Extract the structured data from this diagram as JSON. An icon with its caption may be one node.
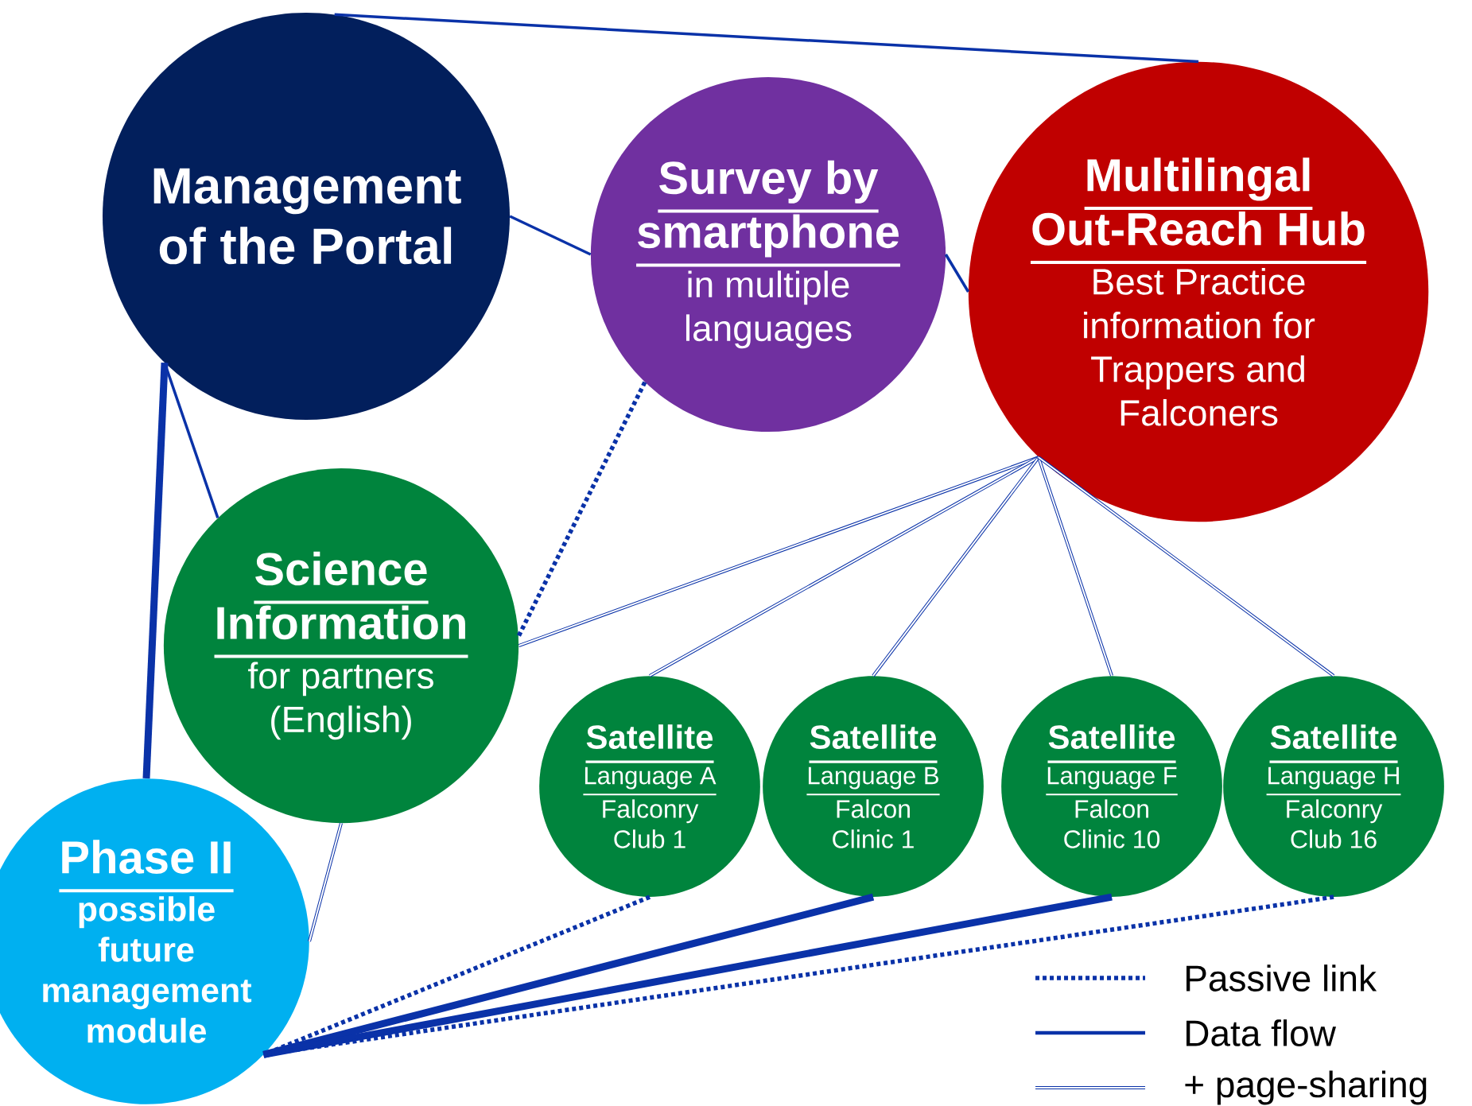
{
  "diagram": {
    "nodes": [
      {
        "text": [
          "Management of the Portal"
        ]
      },
      {
        "text": [
          "Survey by smartphone",
          "in multiple languages"
        ]
      },
      {
        "text": [
          "Multilingal Out-Reach Hub",
          "Best Practice information for Trappers and Falconers"
        ]
      },
      {
        "text": [
          "Science Information",
          "for partners (English)"
        ]
      },
      {
        "text": [
          "Satellite",
          "Language A",
          "Falconry Club 1"
        ]
      },
      {
        "text": [
          "Satellite",
          "Language B",
          "Falcon Clinic 1"
        ]
      },
      {
        "text": [
          "Satellite",
          "Language F",
          "Falcon Clinic 10"
        ]
      },
      {
        "text": [
          "Satellite",
          "Language H",
          "Falconry Club 16"
        ]
      },
      {
        "text": [
          "Phase II",
          "possible future management module"
        ]
      }
    ],
    "edges": [
      {
        "from": 0,
        "to": 2,
        "arrow": "none"
      },
      {
        "from": 0,
        "to": 1,
        "arrow": "none"
      },
      {
        "from": 1,
        "to": 2,
        "arrow": "none"
      },
      {
        "from": 0,
        "to": 3,
        "arrow": "none"
      },
      {
        "from": 0,
        "to": 8,
        "arrow": "none",
        "style": "thick"
      },
      {
        "from": 1,
        "to": 3,
        "arrow": "none",
        "style": "dashed"
      },
      {
        "from": 2,
        "to": 3,
        "arrow": "none"
      },
      {
        "from": 2,
        "to": 4,
        "arrow": "none"
      },
      {
        "from": 2,
        "to": 5,
        "arrow": "none"
      },
      {
        "from": 2,
        "to": 6,
        "arrow": "none"
      },
      {
        "from": 2,
        "to": 7,
        "arrow": "none"
      },
      {
        "from": 3,
        "to": 8,
        "arrow": "none"
      },
      {
        "from": 4,
        "to": 8,
        "arrow": "none",
        "style": "dashed"
      },
      {
        "from": 5,
        "to": 8,
        "arrow": "none",
        "style": "thick"
      },
      {
        "from": 6,
        "to": 8,
        "arrow": "none",
        "style": "thick"
      },
      {
        "from": 7,
        "to": 8,
        "arrow": "none",
        "style": "dashed"
      }
    ],
    "legend": [
      {
        "text": "Passive link"
      },
      {
        "text": "Data flow"
      },
      {
        "text": "+ page-sharing"
      }
    ]
  }
}
